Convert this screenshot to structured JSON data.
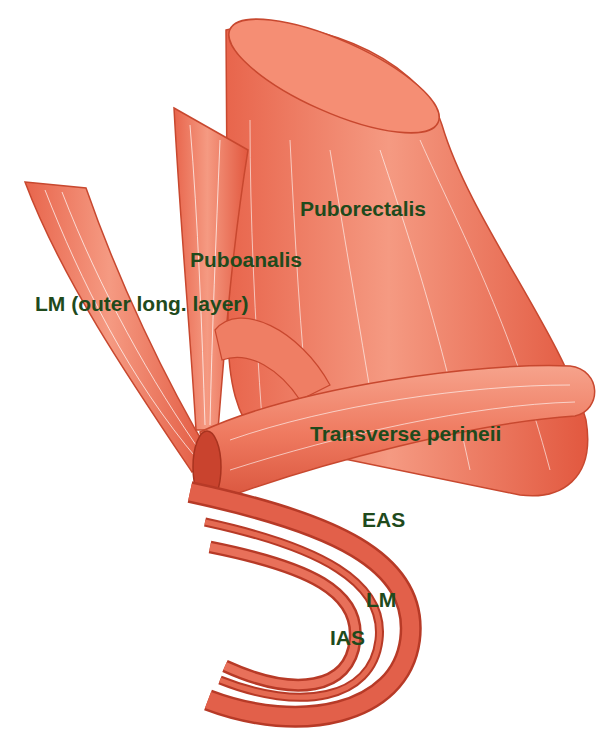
{
  "diagram": {
    "labels": [
      "Puborectalis",
      "Puboanalis",
      "LM (outer long. layer)",
      "Transverse perineii",
      "EAS",
      "LM",
      "IAS"
    ]
  }
}
